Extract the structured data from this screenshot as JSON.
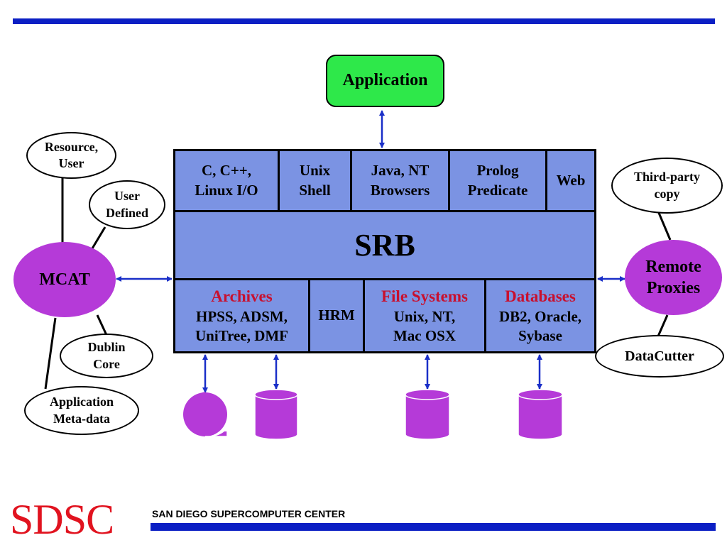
{
  "application": "Application",
  "srb": {
    "title": "SRB",
    "top": [
      {
        "line1": "C, C++,",
        "line2": "Linux I/O"
      },
      {
        "line1": "Unix",
        "line2": "Shell"
      },
      {
        "line1": "Java, NT",
        "line2": "Browsers"
      },
      {
        "line1": "Prolog",
        "line2": "Predicate"
      },
      {
        "line1": "Web"
      }
    ],
    "bottom": [
      {
        "title": "Archives",
        "line1": "HPSS, ADSM,",
        "line2": "UniTree, DMF"
      },
      {
        "line1": "HRM"
      },
      {
        "title": "File Systems",
        "line1": "Unix, NT,",
        "line2": "Mac OSX"
      },
      {
        "title": "Databases",
        "line1": "DB2, Oracle,",
        "line2": "Sybase"
      }
    ]
  },
  "mcat": {
    "label": "MCAT",
    "metadata": [
      {
        "line1": "Resource,",
        "line2": "User"
      },
      {
        "line1": "User",
        "line2": "Defined"
      },
      {
        "line1": "Dublin",
        "line2": "Core"
      },
      {
        "line1": "Application",
        "line2": "Meta-data"
      }
    ]
  },
  "remote": {
    "line1": "Remote",
    "line2": "Proxies",
    "third_party": {
      "line1": "Third-party",
      "line2": "copy"
    },
    "datacutter": "DataCutter"
  },
  "footer": {
    "logo": "SDSC",
    "center": "SAN DIEGO SUPERCOMPUTER CENTER"
  },
  "colors": {
    "rule": "#0b1fc4",
    "application": "#2ee84a",
    "srb_fill": "#7b93e3",
    "accent_red": "#c8102e",
    "purple": "#b53ad8",
    "arrow": "#1a2fc8",
    "logo": "#e1131f"
  },
  "icons": {
    "storage": [
      "tape-reel-icon",
      "disk-cylinder-icon",
      "disk-cylinder-icon",
      "disk-cylinder-icon"
    ]
  }
}
